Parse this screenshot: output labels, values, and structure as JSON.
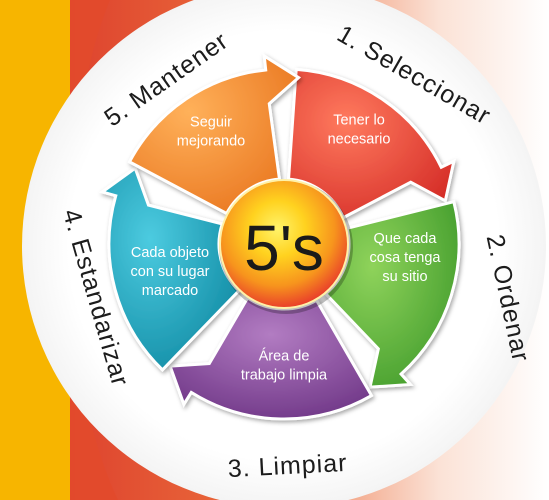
{
  "center_label": "5's",
  "steps": [
    {
      "title": "1. Seleccionar",
      "description": [
        "Tener lo",
        "necesario"
      ],
      "color": "#e53b32"
    },
    {
      "title": "2. Ordenar",
      "description": [
        "Que cada",
        "cosa tenga",
        "su sitio"
      ],
      "color": "#5fb63a"
    },
    {
      "title": "3. Limpiar",
      "description": [
        "Área de",
        "trabajo limpia"
      ],
      "color": "#8b4a9b"
    },
    {
      "title": "4. Estandarizar",
      "description": [
        "Cada objeto",
        "con su lugar",
        "marcado"
      ],
      "color": "#1aa6bd"
    },
    {
      "title": "5. Mantener",
      "description": [
        "Seguir",
        "mejorando"
      ],
      "color": "#f3892a"
    }
  ],
  "colors": {
    "left_strip": "#f7b500",
    "background_red": "#e24a2c",
    "title_text": "#1c1c1c"
  }
}
